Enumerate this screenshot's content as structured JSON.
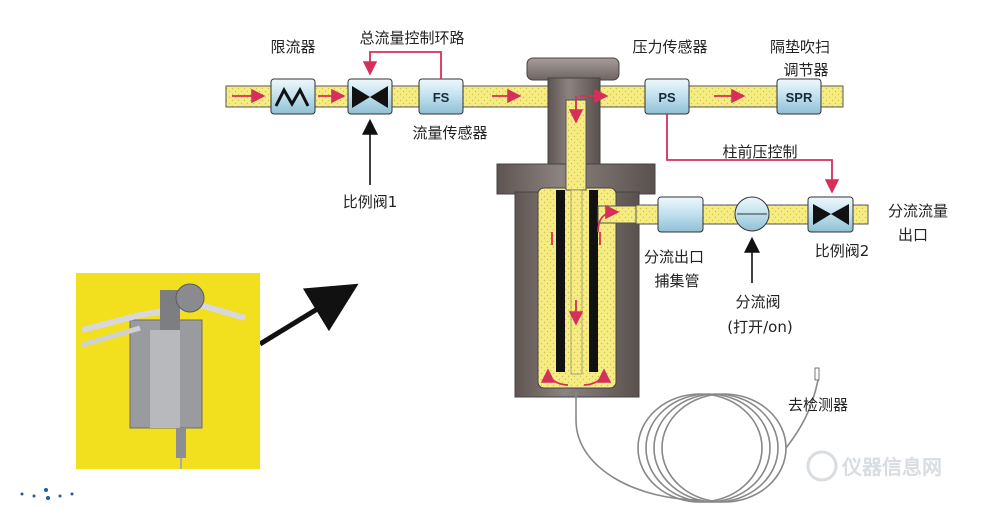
{
  "labels": {
    "restrictor": "限流器",
    "total_flow_loop": "总流量控制环路",
    "pressure_sensor": "压力传感器",
    "septum_purge_line1": "隔垫吹扫",
    "septum_purge_line2": "调节器",
    "flow_sensor": "流量传感器",
    "head_pressure_control": "柱前压控制",
    "prop_valve_1": "比例阀1",
    "split_flow_line1": "分流流量",
    "split_flow_line2": "出口",
    "split_trap_line1": "分流出口",
    "split_trap_line2": "捕集管",
    "prop_valve_2": "比例阀2",
    "split_valve_line1": "分流阀",
    "split_valve_line2": "(打开/on)",
    "to_detector": "去检测器"
  },
  "boxes": {
    "fs": "FS",
    "ps": "PS",
    "spr": "SPR"
  },
  "watermark": "仪器信息网",
  "colors": {
    "pipe": "#f4e87a",
    "pipe_dots": "#e0cf40",
    "arrow": "#d6305a",
    "inlet_body": "#7a6e6c",
    "box_fill": "#cde6f0",
    "photo_bg": "#f2df1e"
  }
}
